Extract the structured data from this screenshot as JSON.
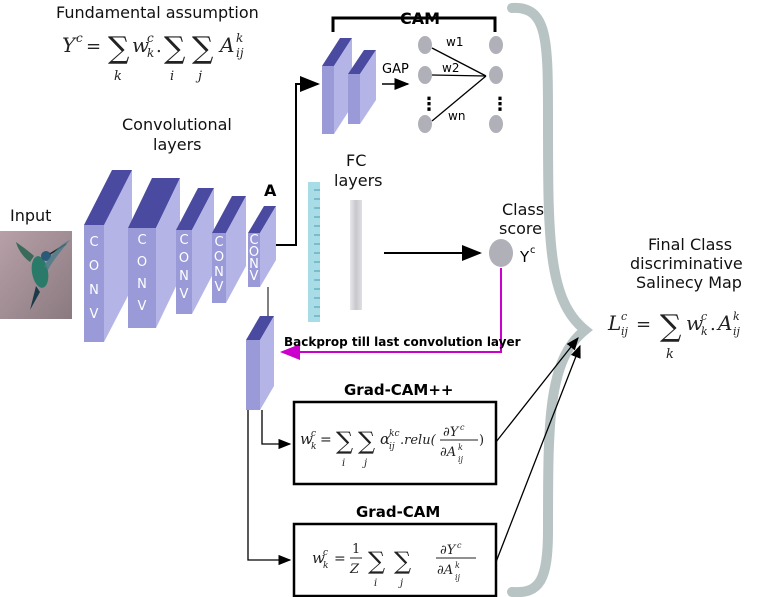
{
  "labels": {
    "fundamental_assumption": "Fundamental assumption",
    "cam": "CAM",
    "gap": "GAP",
    "w1": "w1",
    "w2": "w2",
    "wn": "wn",
    "convolutional_layers_line1": "Convolutional",
    "convolutional_layers_line2": "layers",
    "input": "Input",
    "a_label": "A",
    "fc_line1": "FC",
    "fc_line2": "layers",
    "class_line1": "Class",
    "class_line2": "score",
    "yc": "Y",
    "yc_sup": "c",
    "backprop": "Backprop till last convolution layer",
    "gradcampp": "Grad-CAM++",
    "gradcam": "Grad-CAM",
    "final_line1": "Final Class",
    "final_line2": "discriminative",
    "final_line3": "Salinecy Map",
    "conv": [
      "C",
      "O",
      "N",
      "V"
    ]
  },
  "formulas": {
    "fundamental": "Yᶜ = ∑ₖ wₖᶜ·∑ᵢ∑ⱼ Aᵢⱼᵏ",
    "gradcampp": "wₖᶜ = ∑ᵢ∑ⱼ αᵢⱼᵏᶜ.relu(∂Yᶜ/∂Aᵢⱼᵏ)",
    "gradcam": "wₖᶜ = (1/Z) ∑ᵢ∑ⱼ ∂Yᶜ/∂Aᵢⱼᵏ",
    "final": "Lᵢⱼᶜ = ∑ₖ wₖᶜ·Aᵢⱼᵏ"
  },
  "colors": {
    "conv_front": "#9a9ad8",
    "conv_top": "#4a4aa0",
    "conv_side": "#6868b8",
    "fc_cyan": "#a8dde8",
    "magenta": "#cc00cc",
    "brace": "#b8c4c4",
    "node": "#b0b0b8"
  }
}
